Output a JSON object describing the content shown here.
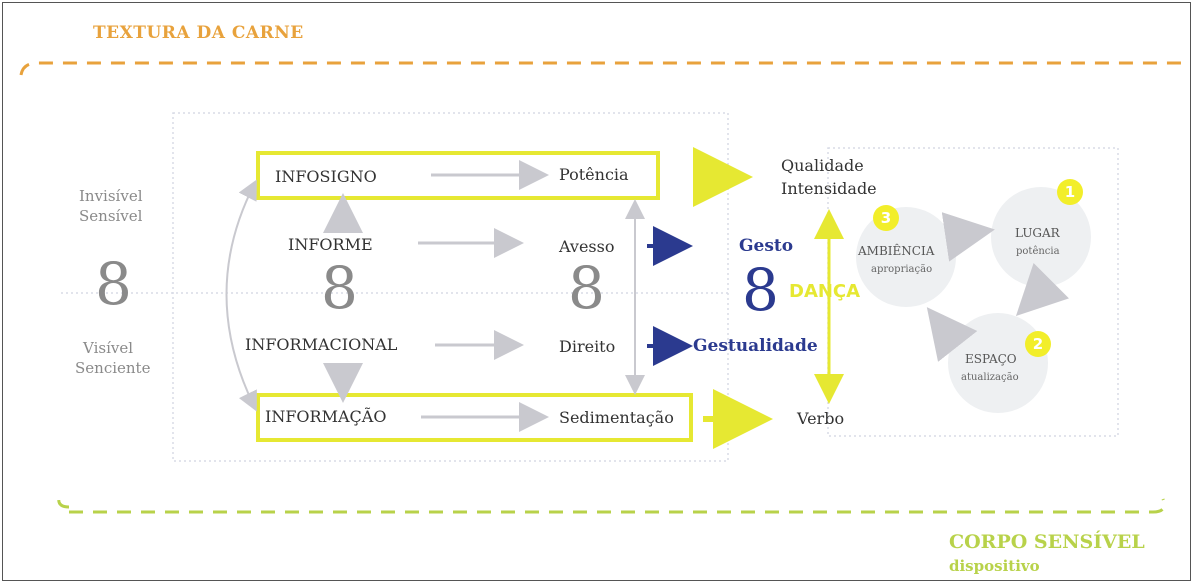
{
  "top_title": "TEXTURA DA CARNE",
  "bottom_title": "CORPO SENSÍVEL",
  "bottom_subtitle": "dispositivo",
  "left_column": {
    "top_line1": "Invisível",
    "top_line2": "Sensível",
    "symbol": "8",
    "bottom_line1": "Visível",
    "bottom_line2": "Senciente"
  },
  "nodes": {
    "infosigno": "INFOSIGNO",
    "potencia": "Potência",
    "informe": "INFORME",
    "avesso": "Avesso",
    "informacional": "INFORMACIONAL",
    "direito": "Direito",
    "informacao": "INFORMAÇÃO",
    "sedimentacao": "Sedimentação",
    "center_symbol": "8",
    "mid_symbol": "8"
  },
  "dance": {
    "gesto": "Gesto",
    "gestualidade": "Gestualidade",
    "symbol": "8",
    "danca": "DANÇA"
  },
  "right_labels": {
    "qualidade": "Qualidade",
    "intensidade": "Intensidade",
    "verbo": "Verbo"
  },
  "cycle": {
    "ambiencia": "AMBIÊNCIA",
    "ambiencia_sub": "apropriação",
    "lugar": "LUGAR",
    "lugar_sub": "potência",
    "espaco": "ESPAÇO",
    "espaco_sub": "atualização",
    "num_ambiencia": "3",
    "num_lugar": "1",
    "num_espaco": "2"
  },
  "colors": {
    "orange": "#e8a23c",
    "yellow": "#e6e832",
    "green": "#b8d24a",
    "navy": "#2b3a8f",
    "gray": "#8a8a8a"
  }
}
